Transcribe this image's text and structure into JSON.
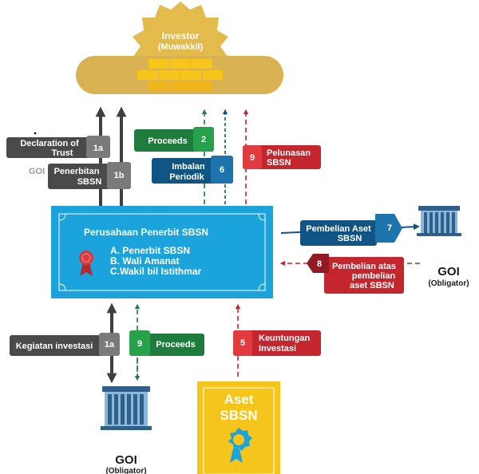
{
  "investor": {
    "title": "Investor",
    "subtitle": "(Muwakkil)"
  },
  "labels": {
    "declaration": {
      "line1": "Declaration of",
      "line2": "Trust",
      "number": "1a"
    },
    "goi_partial": "GOI",
    "penerbitan": {
      "line1": "Penerbitan",
      "line2": "SBSN",
      "number": "1b"
    },
    "proceeds_top": {
      "text": "Proceeds",
      "number": "2"
    },
    "imbalan": {
      "line1": "Imbalan",
      "line2": "Periodik",
      "number": "6"
    },
    "pelunasan": {
      "line1": "Pelunasan",
      "line2": "SBSN",
      "number": "9"
    },
    "pembelian_aset": {
      "line1": "Pembelian Aset",
      "line2": "SBSN",
      "number": "7"
    },
    "pembelian_atas": {
      "line1": "Pembelian atas",
      "line2": "pembelian",
      "line3": "aset SBSN",
      "number": "8"
    },
    "kegiatan": {
      "text": "Kegiatan investasi",
      "number": "1a"
    },
    "proceeds_bottom": {
      "text": "Proceeds",
      "number": "9"
    },
    "keuntungan": {
      "line1": "Keuntungan",
      "line2": "Investasi",
      "number": "5"
    }
  },
  "company": {
    "title": "Perusahaan Penerbit SBSN",
    "items": [
      "A. Penerbit SBSN",
      "B. Wali Amanat",
      "C.Wakil bil Istithmar"
    ]
  },
  "goi_right": {
    "name": "GOI",
    "role": "(Obligator)"
  },
  "goi_bottom": {
    "name": "GOI",
    "role": "(Obligator)"
  },
  "aset": {
    "line1": "Aset",
    "line2": "SBSN"
  },
  "colors": {
    "dark_gray": "#3f3f3f",
    "green": "#1e7d3c",
    "navy": "#0f5482",
    "red": "#c4262e",
    "blue": "#1ba3dc",
    "gold": "#e0b84a",
    "yellow": "#f6c51b"
  }
}
